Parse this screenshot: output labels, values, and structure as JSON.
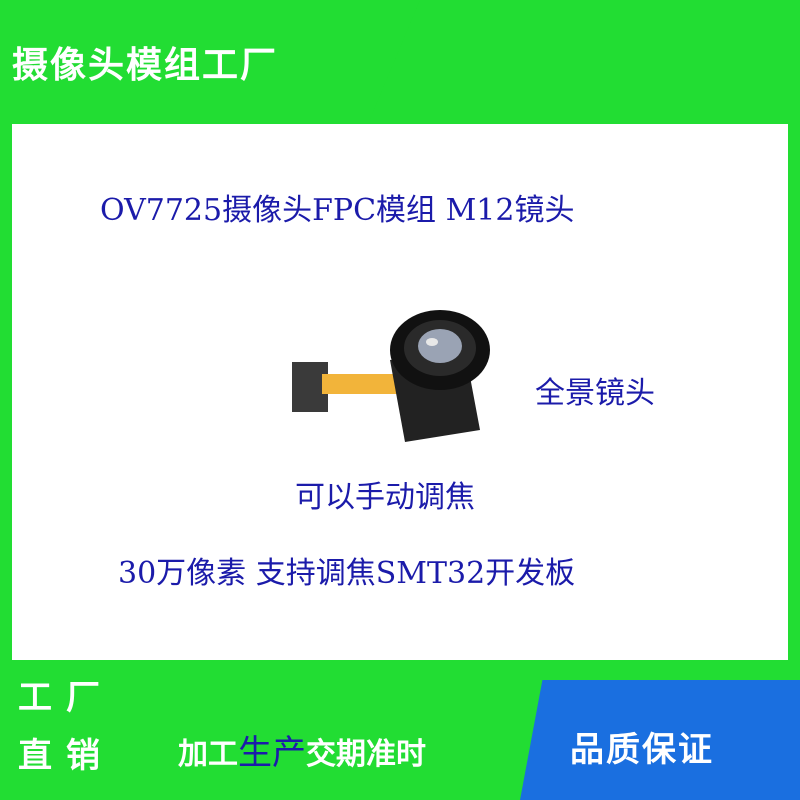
{
  "banner": {
    "title": "摄像头模组工厂"
  },
  "headline": "OV7725摄像头FPC模组 M12镜头",
  "captions": {
    "lens": "全景镜头",
    "focus": "可以手动调焦",
    "spec": "30万像素 支持调焦SMT32开发板"
  },
  "footer": {
    "left_line1": "工厂",
    "left_line2": "直销",
    "mid_prefix": "加工",
    "mid_highlight": "生产",
    "mid_suffix": "交期准时",
    "right": "品质保证"
  },
  "colors": {
    "green": "#22dd33",
    "blue": "#1a6fe0",
    "text_blue": "#1b1baa"
  }
}
